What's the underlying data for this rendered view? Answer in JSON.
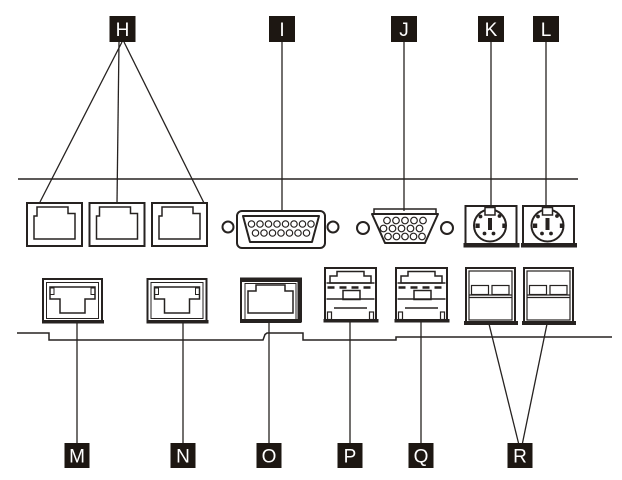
{
  "diagram": {
    "colors": {
      "background": "#ffffff",
      "line": "#262220",
      "label_background": "#1d1712",
      "label_text": "#ffffff"
    },
    "top_callouts": [
      {
        "label": "H",
        "connector": "rj45-port-group"
      },
      {
        "label": "I",
        "connector": "db15-two-row-connector"
      },
      {
        "label": "J",
        "connector": "vga-db15-connector"
      },
      {
        "label": "K",
        "connector": "ps2-mini-din-port"
      },
      {
        "label": "L",
        "connector": "ps2-mini-din-port"
      }
    ],
    "bottom_callouts": [
      {
        "label": "M",
        "connector": "shielded-rj45-port"
      },
      {
        "label": "N",
        "connector": "shielded-rj45-port"
      },
      {
        "label": "O",
        "connector": "rj45-port"
      },
      {
        "label": "P",
        "connector": "covered-rj45-port"
      },
      {
        "label": "Q",
        "connector": "covered-rj45-port"
      },
      {
        "label": "R",
        "connector": "dual-module-slot-group"
      }
    ]
  }
}
